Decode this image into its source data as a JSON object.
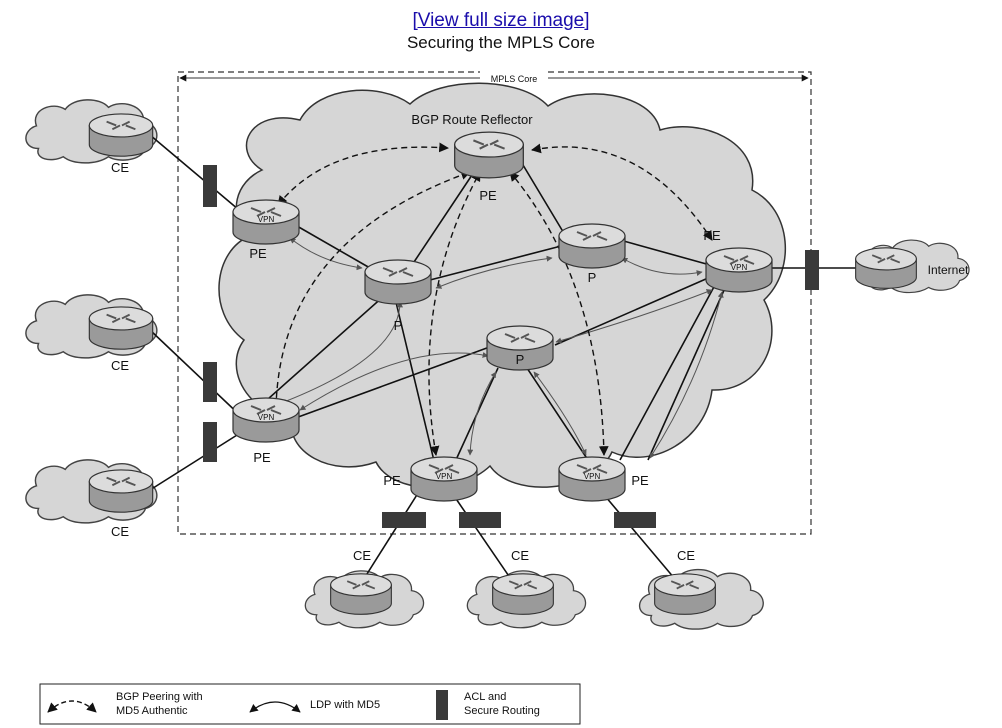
{
  "header": {
    "link_text": "[View full size image]",
    "figure_title": "Securing the MPLS Core"
  },
  "diagram": {
    "core_label": "MPLS Core",
    "route_reflector_label": "BGP Route Reflector",
    "router_badge": "VPN",
    "internet_label": "Internet",
    "nodes": {
      "rr": "PE",
      "pe_topleft": "PE",
      "pe_right": "PE",
      "pe_midleft": "PE",
      "pe_bottom1": "PE",
      "pe_bottom2": "PE",
      "p_left": "P",
      "p_right": "P",
      "p_center": "P",
      "ce_1": "CE",
      "ce_2": "CE",
      "ce_3": "CE",
      "ce_4": "CE",
      "ce_5": "CE",
      "ce_6": "CE"
    }
  },
  "legend": {
    "bgp_label_line1": "BGP Peering with",
    "bgp_label_line2": "MD5 Authentic",
    "ldp_label": "LDP with MD5",
    "acl_label_line1": "ACL and",
    "acl_label_line2": "Secure Routing"
  },
  "colors": {
    "cloud_fill": "#d6d6d6",
    "cloud_stroke": "#333333",
    "router_body": "#9a9a9a",
    "router_top": "#dcdcdc",
    "acl_block": "#3a3a3a",
    "link_blue": "#1a0dab"
  }
}
